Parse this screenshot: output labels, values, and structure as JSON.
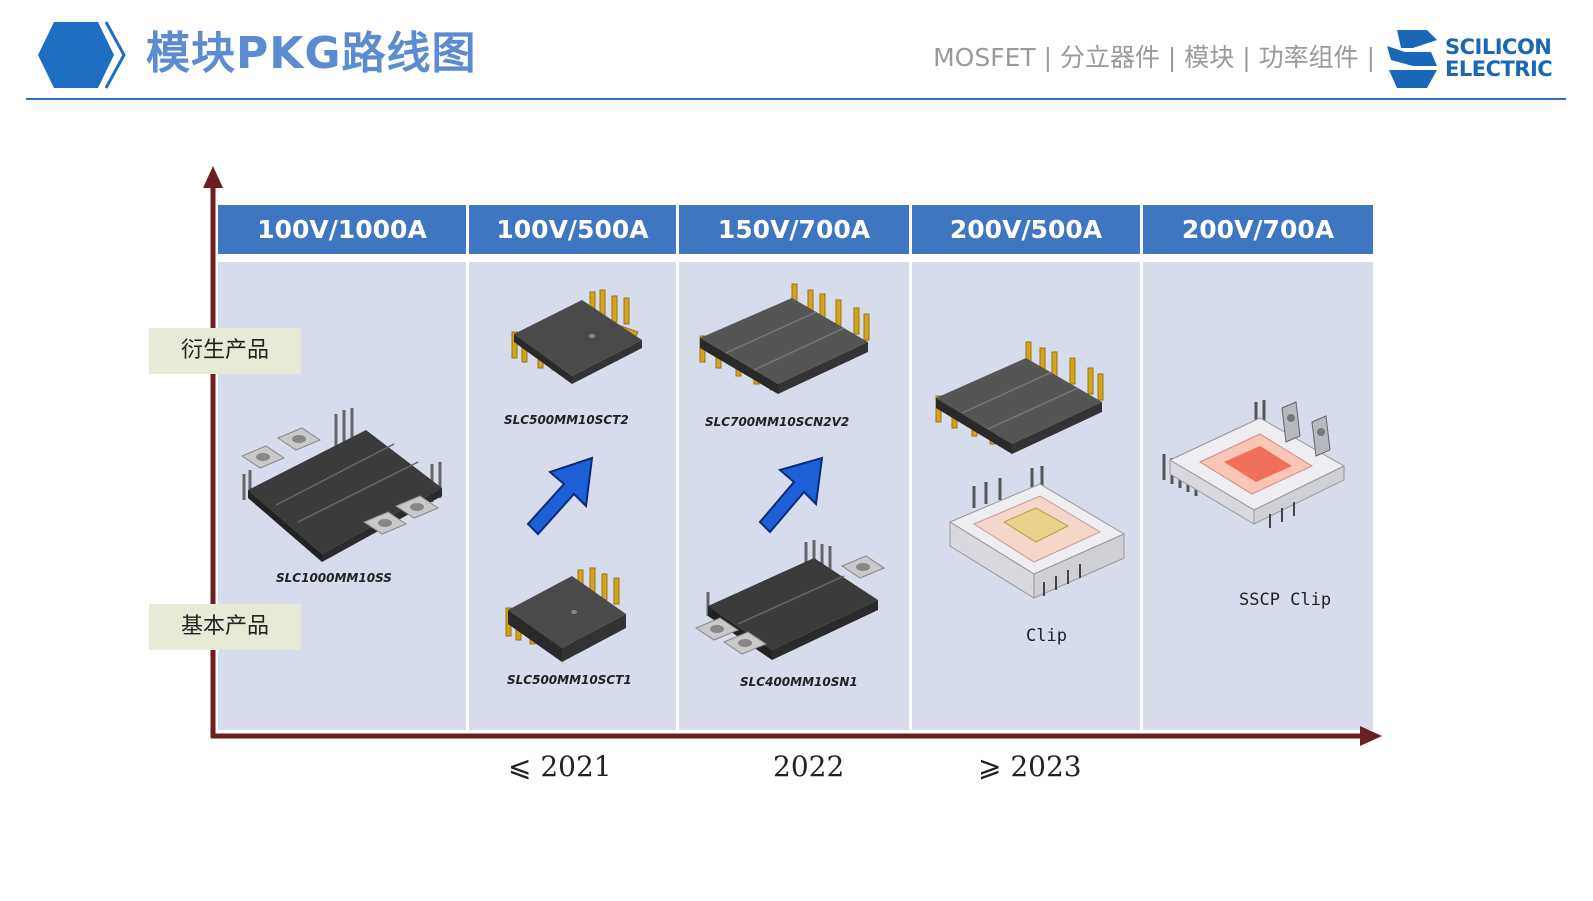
{
  "header": {
    "title": "模块PKG路线图",
    "nav": "MOSFET | 分立器件 | 模块 | 功率组件 |",
    "brand_line1": "SCILICON",
    "brand_line2": "ELECTRIC"
  },
  "columns": [
    {
      "header": "100V/1000A"
    },
    {
      "header": "100V/500A"
    },
    {
      "header": "150V/700A"
    },
    {
      "header": "200V/500A"
    },
    {
      "header": "200V/700A"
    }
  ],
  "y_axis_tags": {
    "derived": "衍生产品",
    "basic": "基本产品"
  },
  "products": {
    "slc1000": "SLC1000MM10SS",
    "slc500t2": "SLC500MM10SCT2",
    "slc500t1": "SLC500MM10SCT1",
    "slc700": "SLC700MM10SCN2V2",
    "slc400": "SLC400MM10SN1",
    "clip": "Clip",
    "sscp": "SSCP Clip"
  },
  "years": {
    "y1": "⩽ 2021",
    "y2": "2022",
    "y3": "⩾ 2023"
  },
  "colors": {
    "header_bg": "#3f76c2",
    "cell_bg": "#d6dcec",
    "axis": "#6b1f22",
    "title": "#5b8bd0",
    "accent": "#1a67b8"
  }
}
